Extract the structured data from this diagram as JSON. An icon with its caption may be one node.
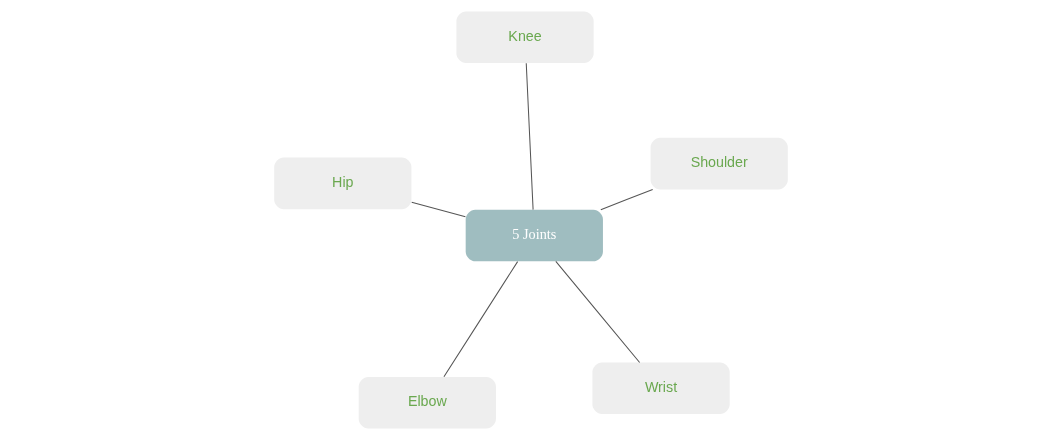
{
  "diagram": {
    "nodes": [
      {
        "text": [
          "5 Joints"
        ]
      },
      {
        "text": [
          "Wrist"
        ]
      },
      {
        "text": [
          "Elbow"
        ]
      },
      {
        "text": [
          "Hip"
        ]
      },
      {
        "text": [
          "Shoulder"
        ]
      },
      {
        "text": [
          "Knee"
        ]
      }
    ],
    "edges": [
      {
        "from": 0,
        "to": 1,
        "arrow": "none"
      },
      {
        "from": 0,
        "to": 2,
        "arrow": "none"
      },
      {
        "from": 0,
        "to": 3,
        "arrow": "none"
      },
      {
        "from": 0,
        "to": 4,
        "arrow": "none"
      },
      {
        "from": 0,
        "to": 5,
        "arrow": "none"
      }
    ]
  }
}
